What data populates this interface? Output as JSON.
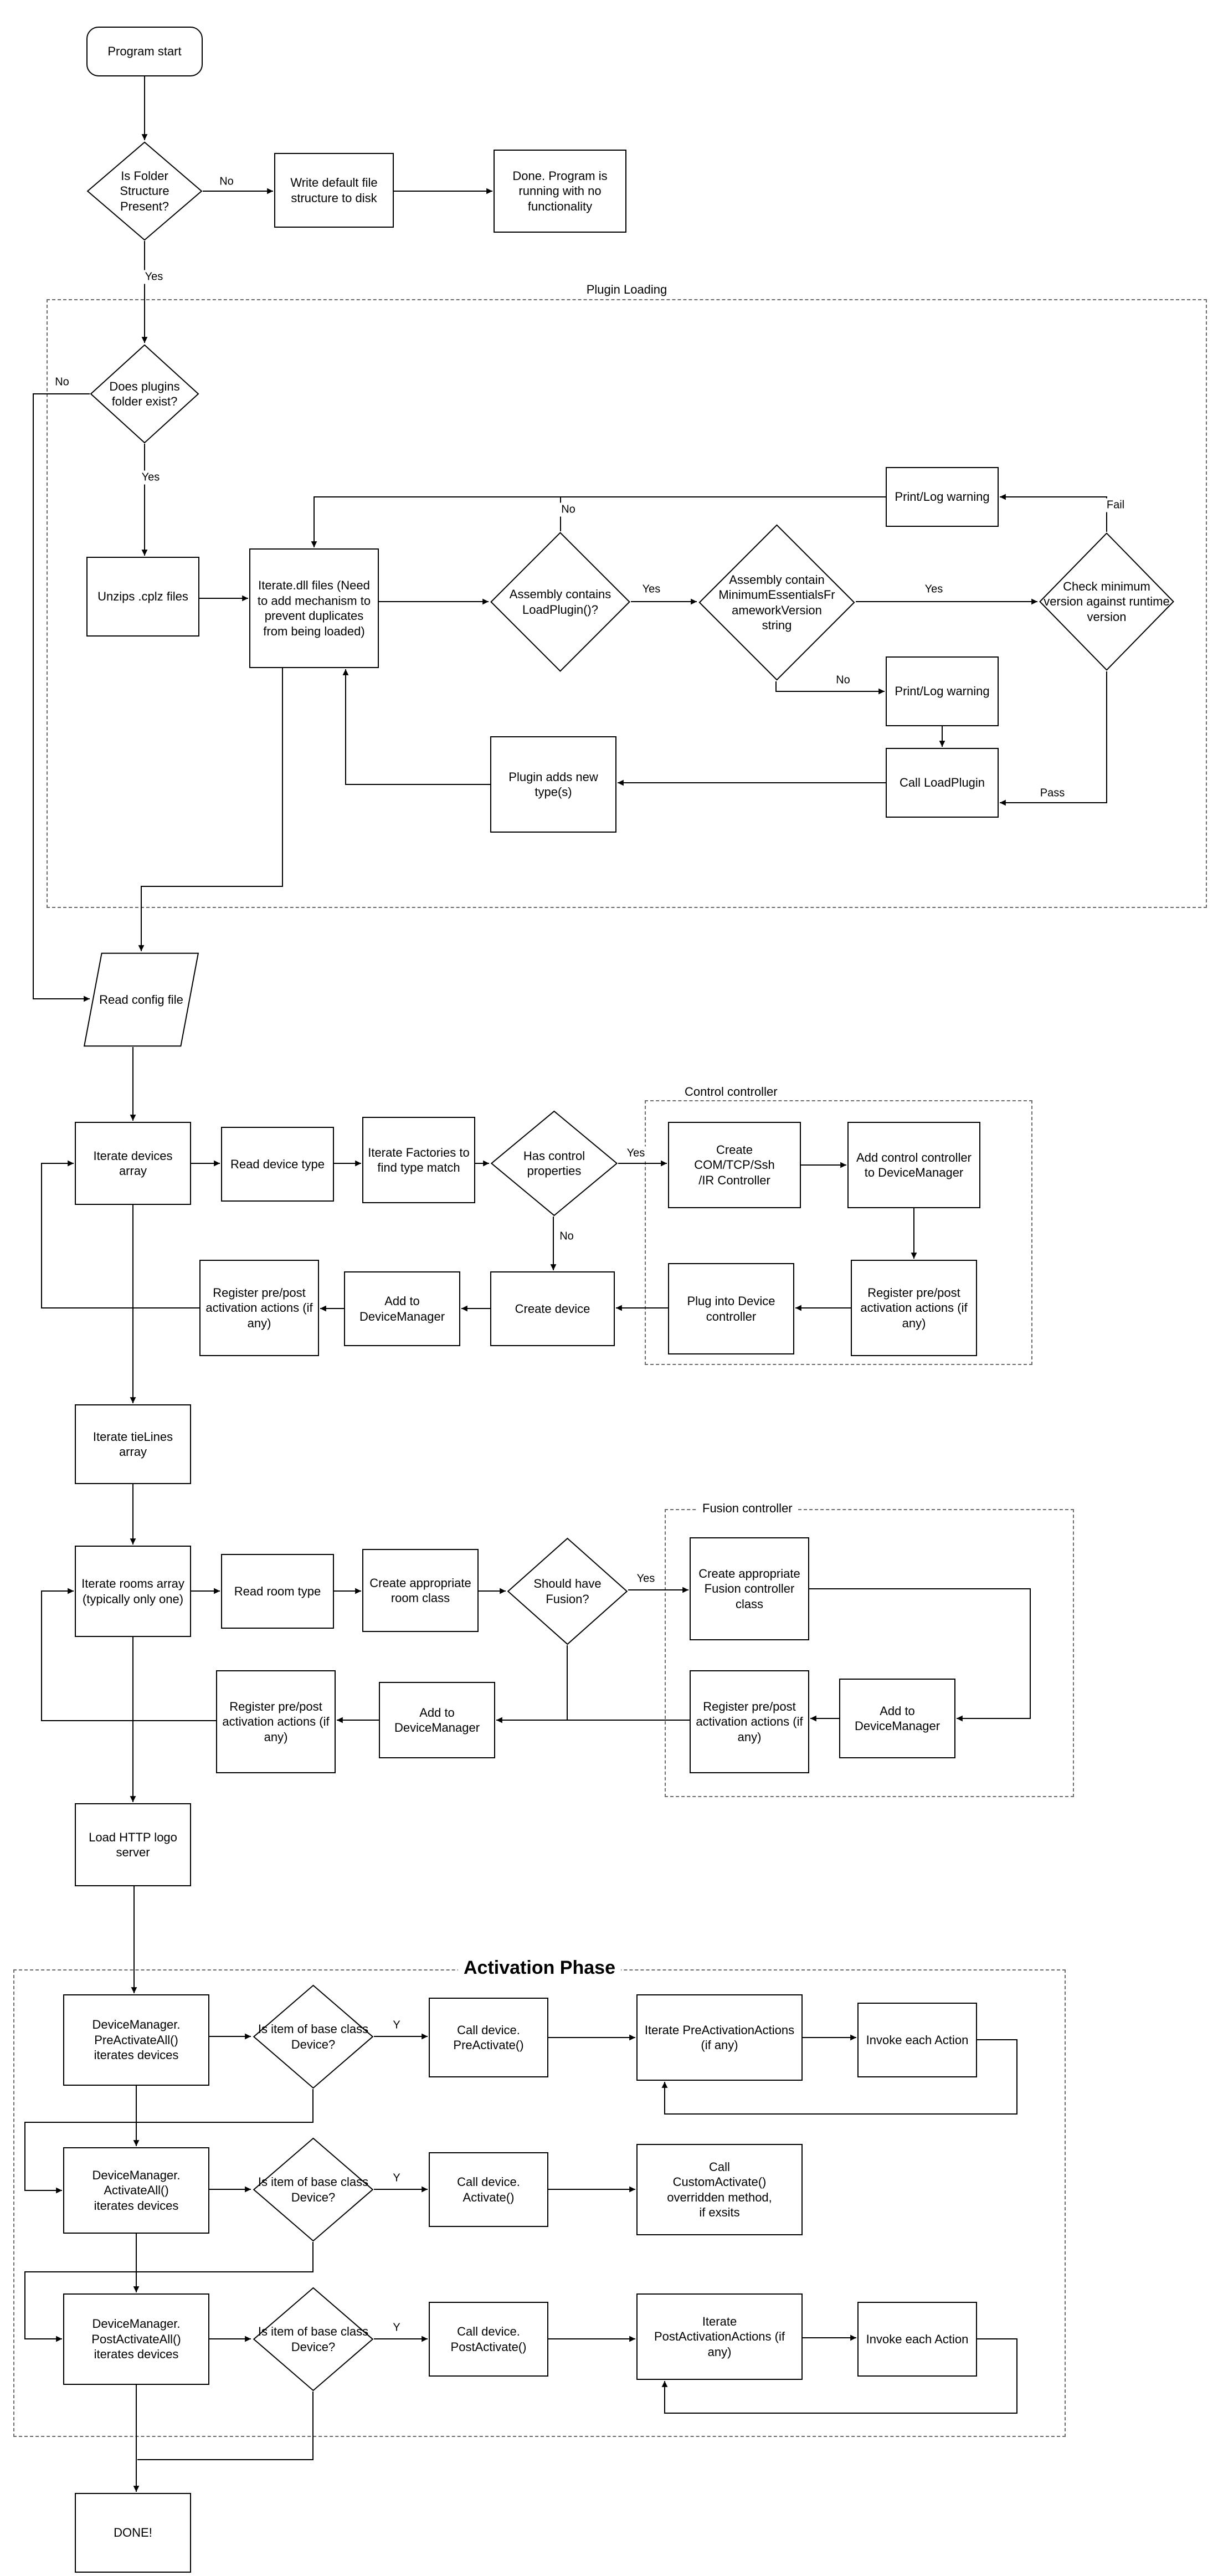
{
  "labels": {
    "yes": "Yes",
    "no": "No",
    "y": "Y",
    "fail": "Fail",
    "pass": "Pass"
  },
  "groups": {
    "plugin_loading": "Plugin Loading",
    "control_controller": "Control controller",
    "fusion_controller": "Fusion controller",
    "activation_phase": "Activation Phase"
  },
  "nodes": {
    "program_start": "Program start",
    "folder_check": "Is Folder\nStructure\nPresent?",
    "write_default": "Write default file structure to disk",
    "done_nofunc": "Done.  Program is running with no functionality",
    "plugins_folder": "Does plugins folder exist?",
    "unzips": "Unzips .cplz files",
    "iterate_dll": "Iterate.dll files (Need to add mechanism to prevent duplicates from being loaded)",
    "assembly_loadplugin": "Assembly contains LoadPlugin()?",
    "assembly_minimum": "Assembly contain\nMinimumEssentialsFr\nameworkVersion\nstring",
    "check_minimum": "Check minimum version against runtime version",
    "print_log": "Print/Log warning",
    "call_loadplugin": "Call LoadPlugin",
    "plugin_adds": "Plugin adds new type(s)",
    "read_config": "Read config file",
    "iterate_devices": "Iterate devices array",
    "read_device_type": "Read device type",
    "iterate_factories": "Iterate Factories to find type match",
    "has_control": "Has control properties",
    "create_com": "Create\nCOM/TCP/Ssh\n/IR Controller",
    "add_control_controller": "Add control controller to DeviceManager",
    "register_prepost": "Register pre/post activation actions (if any)",
    "plug_into": "Plug into Device controller",
    "create_device": "Create device",
    "add_to_dm": "Add to DeviceManager",
    "iterate_tielines": "Iterate tieLines array",
    "iterate_rooms": "Iterate rooms array (typically only one)",
    "read_room_type": "Read room type",
    "create_room_class": "Create appropriate room class",
    "should_fusion": "Should have Fusion?",
    "create_fusion": "Create appropriate Fusion controller class",
    "load_http": "Load HTTP logo server",
    "dm_preactivate": "DeviceManager.\nPreActivateAll()\niterates devices",
    "is_base_device": "Is item of base class Device?",
    "call_preactivate": "Call device.\nPreActivate()",
    "iterate_preactions": "Iterate PreActivationActions (if any)",
    "invoke_action": "Invoke each Action",
    "dm_activate": "DeviceManager.\nActivateAll()\niterates devices",
    "call_activate": "Call device.\nActivate()",
    "call_custom": "Call\nCustomActivate()\noverridden method,\nif exsits",
    "dm_postactivate": "DeviceManager.\nPostActivateAll()\niterates devices",
    "call_postactivate": "Call device.\nPostActivate()",
    "iterate_postactions": "Iterate PostActivationActions (if any)",
    "done": "DONE!"
  }
}
